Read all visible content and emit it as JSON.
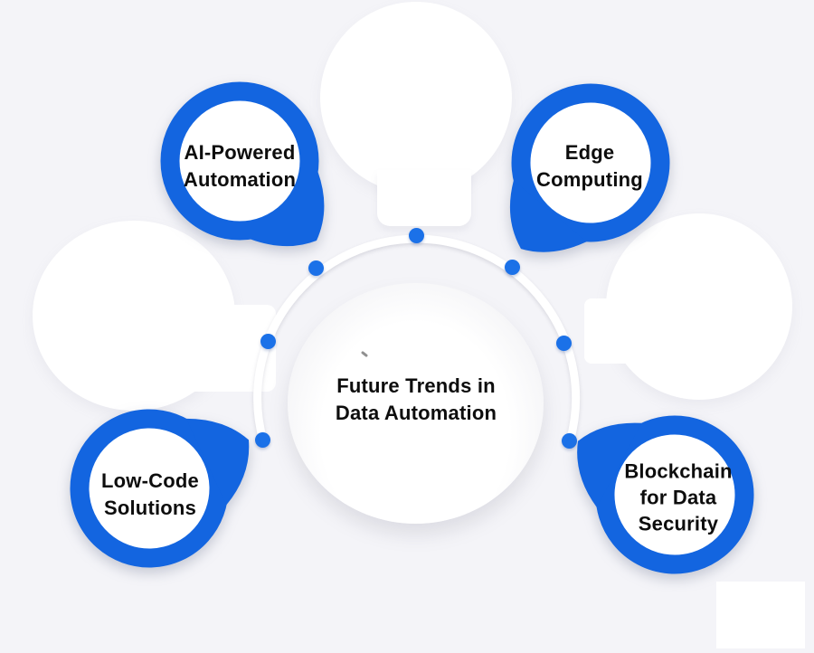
{
  "diagram": {
    "center": {
      "line1": "Future Trends in",
      "line2": "Data Automation"
    },
    "nodes": [
      {
        "id": "ai-powered-automation",
        "line1": "AI-Powered",
        "line2": "Automation"
      },
      {
        "id": "edge-computing",
        "line1": "Edge",
        "line2": "Computing"
      },
      {
        "id": "low-code-solutions",
        "line1": "Low-Code",
        "line2": "Solutions"
      },
      {
        "id": "blockchain-for-data-security",
        "line1": "Blockchain",
        "line2": "for Data",
        "line3": "Security"
      }
    ],
    "arc_dot_count": 7
  },
  "colors": {
    "background": "#f4f4f8",
    "accent_blue": "#1365e0",
    "dot_blue": "#1b71e8",
    "text": "#0d0d0d",
    "blob_white": "#ffffff",
    "arc_white": "#ffffff"
  }
}
